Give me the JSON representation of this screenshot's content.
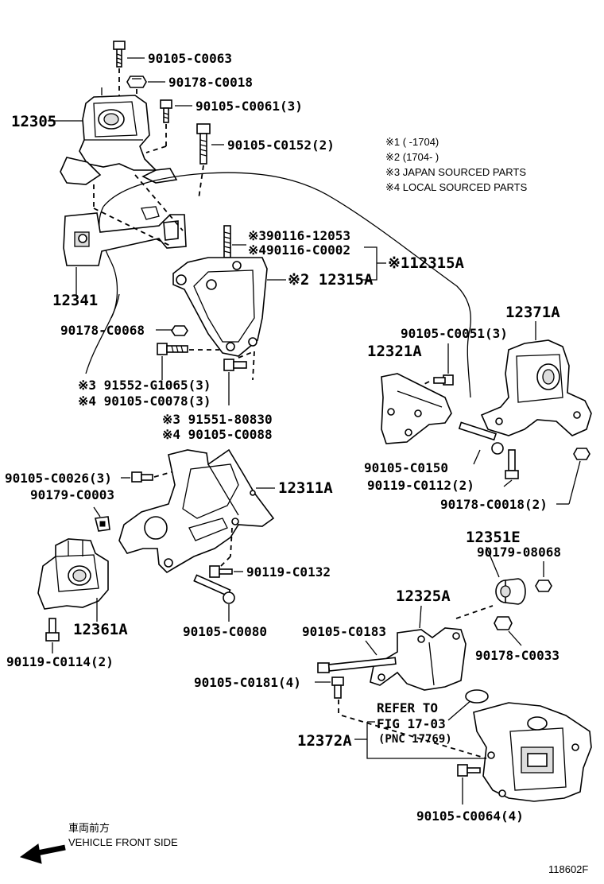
{
  "notes": {
    "n1": "※1 (    -1704)",
    "n2": "※2 (1704-    )",
    "n3": "※3 JAPAN SOURCED PARTS",
    "n4": "※4 LOCAL SOURCED PARTS"
  },
  "labels": {
    "p90105_C0063": "90105-C0063",
    "p90178_C0018": "90178-C0018",
    "p12305": "12305",
    "p90105_C0061": "90105-C0061(3)",
    "p90105_C0152": "90105-C0152(2)",
    "p90116_12053": "※390116-12053",
    "p90116_C0002": "※490116-C0002",
    "p12315A_1": "※112315A",
    "p12315A_2": "※2 12315A",
    "p12341": "12341",
    "p90178_C0068": "90178-C0068",
    "p91552": "※3 91552-G1065(3)",
    "p90105_C0078": "※4 90105-C0078(3)",
    "p91551": "※3 91551-80830",
    "p90105_C0088": "※4 90105-C0088",
    "p12371A": "12371A",
    "p90105_C0051": "90105-C0051(3)",
    "p12321A": "12321A",
    "p90105_C0150": "90105-C0150",
    "p90119_C0112": "90119-C0112(2)",
    "p90178_C0018b": "90178-C0018(2)",
    "p90105_C0026": "90105-C0026(3)",
    "p90179_C0003": "90179-C0003",
    "p12311A": "12311A",
    "p90119_C0132": "90119-C0132",
    "p12361A": "12361A",
    "p90105_C0080": "90105-C0080",
    "p90119_C0114": "90119-C0114(2)",
    "p12351E": "12351E",
    "p90179_08068": "90179-08068",
    "p12325A": "12325A",
    "p90105_C0183": "90105-C0183",
    "p90178_C0033": "90178-C0033",
    "p90105_C0181": "90105-C0181(4)",
    "refer1": "REFER TO",
    "refer2": "FIG 17-03",
    "refer3": "(PNC 17769)",
    "p12372A": "12372A",
    "p90105_C0064": "90105-C0064(4)"
  },
  "footer": {
    "front_jp": "車両前方",
    "front_en": "VEHICLE FRONT SIDE",
    "fig_id": "118602F"
  }
}
